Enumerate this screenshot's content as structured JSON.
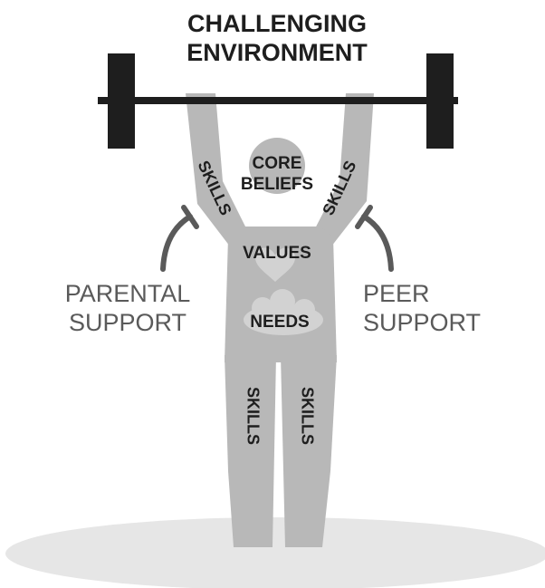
{
  "title_lines": [
    "CHALLENGING",
    "ENVIRONMENT"
  ],
  "head_label_lines": [
    "CORE",
    "BELIEFS"
  ],
  "chest_label": "VALUES",
  "belly_label": "NEEDS",
  "limb_labels": {
    "left_arm": "SKILLS",
    "right_arm": "SKILLS",
    "left_leg": "SKILLS",
    "right_leg": "SKILLS"
  },
  "left_support_lines": [
    "PARENTAL",
    "SUPPORT"
  ],
  "right_support_lines": [
    "PEER",
    "SUPPORT"
  ],
  "colors": {
    "body": "#b8b8b8",
    "barbell": "#1e1e1e",
    "text_dark": "#1e1e1e",
    "text_support": "#5a5a5a",
    "ground": "#e6e6e6",
    "inner_shapes": "#d2d2d2"
  }
}
